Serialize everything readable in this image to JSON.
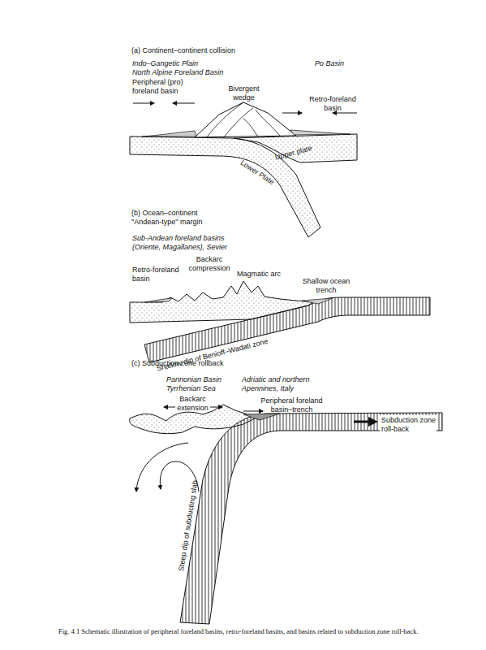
{
  "diagram": {
    "caption": "Fig. 4.1 Schematic illustration of peripheral foreland basins, retro-foreland basins, and basins related to subduction zone roll-back.",
    "labels": [
      "(a) Continent–continent collision",
      "Indo–Gangetic Plain",
      "North Alpine Foreland Basin",
      "Po Basin",
      "Peripheral (pro) foreland basin",
      "Bivergent wedge",
      "Retro-foreland basin",
      "Upper plate",
      "Lower Plate",
      "(b) Ocean–continent \"Andean-type\" margin",
      "Sub-Andean foreland basins (Oriente, Magallanes), Sevier",
      "Backarc compression",
      "Retro-foreland basin",
      "Magmatic arc",
      "Shallow ocean trench",
      "Shallow dip of Benioff–Wadati zone",
      "(c) Subduction zone rollback",
      "Pannonian Basin",
      "Tyrrhenian Sea",
      "Adriatic and northern Apennines, Italy",
      "Backarc extension",
      "Peripheral foreland basin–trench",
      "Subduction zone roll-back",
      "Steep dip of subducting slab"
    ]
  }
}
